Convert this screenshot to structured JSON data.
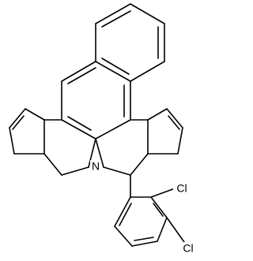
{
  "atom_labels": {
    "nitrogen": "N",
    "chlorine_1": "Cl",
    "chlorine_2": "Cl"
  },
  "colors": {
    "background": "#ffffff",
    "bond": "#000000",
    "label": "#000000"
  }
}
